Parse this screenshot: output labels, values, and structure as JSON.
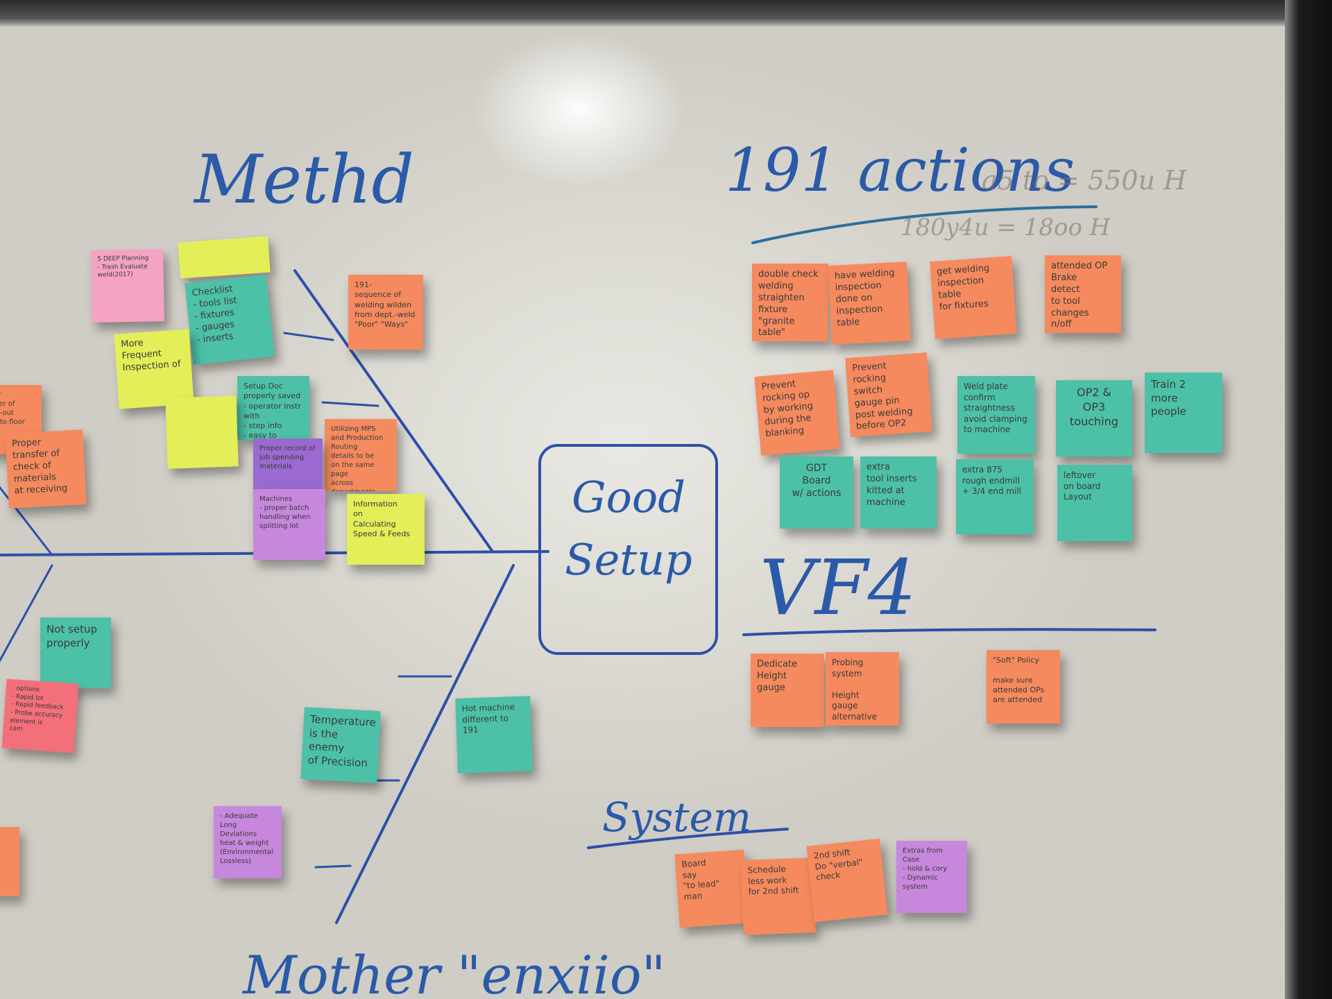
{
  "headings": {
    "method": "Methd",
    "actions": "191 actions",
    "good_setup": "Good Setup",
    "vf4": "VF4",
    "system": "System",
    "mother": "Mother \"enxiio\""
  },
  "scribbles": {
    "top_right_1": "a5 to = 550u H",
    "top_right_2": "180y4u = 18oo H"
  },
  "left_notes": [
    "5 DEEP Planning\n- Trash Evaluate weld(2017)",
    "",
    "Checklist\n- tools list\n- fixtures\n- gauges\n- inserts",
    "191-\nsequence of\nwelding wilden\nfrom dept.-weld\n\"Poor\" \"Ways\"",
    "More\nFrequent\nInspection of",
    "Setup Doc\nproperly saved\n- operator instr with\n- step info\n- easy to understand",
    "Proper\ntransfer of\nCheck-out\nsheet to floor",
    "Utilizing MPS\nand Production Routing\ndetails to be\non the same page\nacross departments",
    "Proper record of\njob spending\nmaterials",
    "Proper\ntransfer of\ncheck of materials\nat receiving",
    "Machines\n- proper batch\nhandling when\nsplitting lot",
    "Information\non\nCalculating\nSpeed & Feeds",
    "",
    "Not setup\nproperly",
    "- options\n- Rapid lot\n- Rapid feedback\n- Probe accuracy\nelement is\ncam",
    "Temperature\nis the enemy\nof Precision",
    "Hot machine\ndifferent to 191",
    "- Adequate\nLong Deviations\nheat & weight\n(Environmental\nLossless)",
    ""
  ],
  "action_notes": [
    "double check\nwelding\nstraighten\nfixture\n\"granite table\"",
    "have welding\ninspection\ndone on\ninspection table",
    "get welding\ninspection table\nfor fixtures",
    "attended OP\nBrake\ndetect\nto tool changes\nn/off",
    "Prevent\nrocking op\nby working\nduring the blanking",
    "Prevent\nrocking\nswitch\ngauge pin\npost welding\nbefore OP2",
    "Weld plate\nconfirm\nstraightness\navoid clamping\nto machine",
    "OP2 &\nOP3\ntouching",
    "Train 2\nmore people",
    "GDT\nBoard\nw/ actions",
    "extra\ntool inserts\nkitted at\nmachine",
    "extra 875\nrough endmill\n+ 3/4 end mill",
    "leftover\non board\nLayout"
  ],
  "vf4_notes": [
    "Dedicate\nHeight\ngauge",
    "Probing\nsystem\n\nHeight\ngauge\nalternative",
    "\"Soft\" Policy\n\nmake sure\nattended OPs\nare attended"
  ],
  "system_notes": [
    "Board\nsay\n\"to lead\" man",
    "Schedule\nless work\nfor 2nd shift",
    "2nd shift\nDo \"verbal\"\ncheck",
    "Extras from\nCase\n- hold & cory\n- Dynamic\nsystem"
  ],
  "colors": {
    "ink_blue": "#2a5aa8",
    "orange": "#f58a5e",
    "teal": "#4cc1a7",
    "yellow": "#e3ee58",
    "pink": "#f4a3c4",
    "purple": "#c787dc",
    "hotpink": "#f3707a"
  }
}
